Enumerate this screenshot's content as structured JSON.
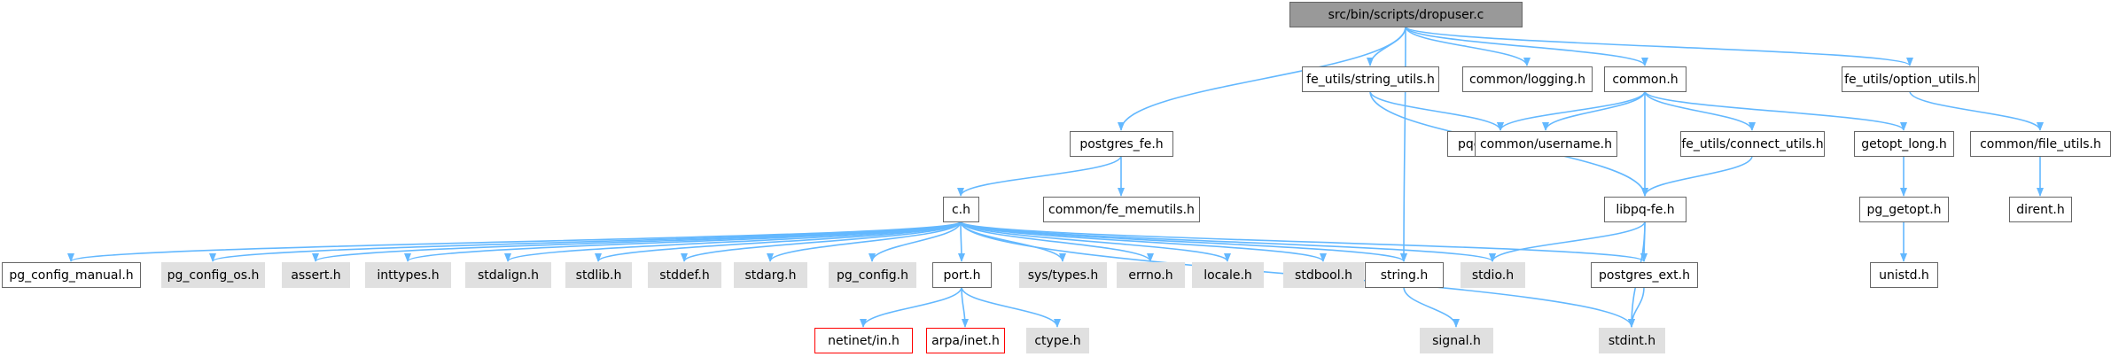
{
  "diagram": {
    "type": "include-dependency-graph",
    "colors": {
      "edge": "#63b8ff",
      "root_fill": "#999999",
      "project_fill": "#ffffff",
      "system_fill": "#e0e0e0",
      "missing_stroke": "#ff0000",
      "default_stroke": "#666666"
    },
    "nodes": [
      {
        "id": "dropuser",
        "label": "src/bin/scripts/dropuser.c",
        "kind": "root"
      },
      {
        "id": "postgres_fe",
        "label": "postgres_fe.h",
        "kind": "project"
      },
      {
        "id": "string_h",
        "label": "string.h",
        "kind": "project"
      },
      {
        "id": "string_utils",
        "label": "fe_utils/string_utils.h",
        "kind": "project"
      },
      {
        "id": "logging",
        "label": "common/logging.h",
        "kind": "project"
      },
      {
        "id": "common_h",
        "label": "common.h",
        "kind": "project"
      },
      {
        "id": "option_utils",
        "label": "fe_utils/option_utils.h",
        "kind": "project"
      },
      {
        "id": "pqexpbuffer",
        "label": "pqexpbuffer.h",
        "kind": "project"
      },
      {
        "id": "username",
        "label": "common/username.h",
        "kind": "project"
      },
      {
        "id": "connect_utils",
        "label": "fe_utils/connect_utils.h",
        "kind": "project"
      },
      {
        "id": "getopt_long",
        "label": "getopt_long.h",
        "kind": "project"
      },
      {
        "id": "file_utils",
        "label": "common/file_utils.h",
        "kind": "project"
      },
      {
        "id": "c_h",
        "label": "c.h",
        "kind": "project"
      },
      {
        "id": "fe_memutils",
        "label": "common/fe_memutils.h",
        "kind": "project"
      },
      {
        "id": "libpq_fe",
        "label": "libpq-fe.h",
        "kind": "project"
      },
      {
        "id": "pg_getopt",
        "label": "pg_getopt.h",
        "kind": "project"
      },
      {
        "id": "dirent",
        "label": "dirent.h",
        "kind": "project"
      },
      {
        "id": "pg_config_manual",
        "label": "pg_config_manual.h",
        "kind": "project"
      },
      {
        "id": "pg_config_os",
        "label": "pg_config_os.h",
        "kind": "system"
      },
      {
        "id": "assert_h",
        "label": "assert.h",
        "kind": "system"
      },
      {
        "id": "inttypes",
        "label": "inttypes.h",
        "kind": "system"
      },
      {
        "id": "stdalign",
        "label": "stdalign.h",
        "kind": "system"
      },
      {
        "id": "stdlib",
        "label": "stdlib.h",
        "kind": "system"
      },
      {
        "id": "stddef",
        "label": "stddef.h",
        "kind": "system"
      },
      {
        "id": "stdarg",
        "label": "stdarg.h",
        "kind": "system"
      },
      {
        "id": "pg_config",
        "label": "pg_config.h",
        "kind": "system"
      },
      {
        "id": "port_h",
        "label": "port.h",
        "kind": "project"
      },
      {
        "id": "sys_types",
        "label": "sys/types.h",
        "kind": "system"
      },
      {
        "id": "errno_h",
        "label": "errno.h",
        "kind": "system"
      },
      {
        "id": "locale_h",
        "label": "locale.h",
        "kind": "system"
      },
      {
        "id": "stdbool",
        "label": "stdbool.h",
        "kind": "system"
      },
      {
        "id": "stdio",
        "label": "stdio.h",
        "kind": "system"
      },
      {
        "id": "postgres_ext",
        "label": "postgres_ext.h",
        "kind": "project"
      },
      {
        "id": "unistd",
        "label": "unistd.h",
        "kind": "project"
      },
      {
        "id": "netinet_in",
        "label": "netinet/in.h",
        "kind": "missing"
      },
      {
        "id": "arpa_inet",
        "label": "arpa/inet.h",
        "kind": "missing"
      },
      {
        "id": "ctype_h",
        "label": "ctype.h",
        "kind": "system"
      },
      {
        "id": "signal_h",
        "label": "signal.h",
        "kind": "system"
      },
      {
        "id": "stdint",
        "label": "stdint.h",
        "kind": "system"
      }
    ],
    "edges": [
      [
        "dropuser",
        "postgres_fe"
      ],
      [
        "dropuser",
        "string_h"
      ],
      [
        "dropuser",
        "string_utils"
      ],
      [
        "dropuser",
        "logging"
      ],
      [
        "dropuser",
        "common_h"
      ],
      [
        "dropuser",
        "option_utils"
      ],
      [
        "postgres_fe",
        "c_h"
      ],
      [
        "postgres_fe",
        "fe_memutils"
      ],
      [
        "string_utils",
        "pqexpbuffer"
      ],
      [
        "string_utils",
        "libpq_fe"
      ],
      [
        "common_h",
        "pqexpbuffer"
      ],
      [
        "common_h",
        "username"
      ],
      [
        "common_h",
        "connect_utils"
      ],
      [
        "common_h",
        "getopt_long"
      ],
      [
        "common_h",
        "libpq_fe"
      ],
      [
        "option_utils",
        "file_utils"
      ],
      [
        "file_utils",
        "dirent"
      ],
      [
        "connect_utils",
        "libpq_fe"
      ],
      [
        "getopt_long",
        "pg_getopt"
      ],
      [
        "pg_getopt",
        "unistd"
      ],
      [
        "c_h",
        "pg_config_manual"
      ],
      [
        "c_h",
        "pg_config_os"
      ],
      [
        "c_h",
        "assert_h"
      ],
      [
        "c_h",
        "inttypes"
      ],
      [
        "c_h",
        "stdalign"
      ],
      [
        "c_h",
        "stdlib"
      ],
      [
        "c_h",
        "stddef"
      ],
      [
        "c_h",
        "stdarg"
      ],
      [
        "c_h",
        "pg_config"
      ],
      [
        "c_h",
        "port_h"
      ],
      [
        "c_h",
        "sys_types"
      ],
      [
        "c_h",
        "errno_h"
      ],
      [
        "c_h",
        "locale_h"
      ],
      [
        "c_h",
        "stdbool"
      ],
      [
        "c_h",
        "string_h"
      ],
      [
        "c_h",
        "stdio"
      ],
      [
        "c_h",
        "postgres_ext"
      ],
      [
        "c_h",
        "stdint"
      ],
      [
        "port_h",
        "netinet_in"
      ],
      [
        "port_h",
        "arpa_inet"
      ],
      [
        "port_h",
        "ctype_h"
      ],
      [
        "libpq_fe",
        "stdio"
      ],
      [
        "libpq_fe",
        "postgres_ext"
      ],
      [
        "libpq_fe",
        "stdint"
      ],
      [
        "postgres_ext",
        "stdint"
      ],
      [
        "string_h",
        "signal_h"
      ]
    ]
  }
}
